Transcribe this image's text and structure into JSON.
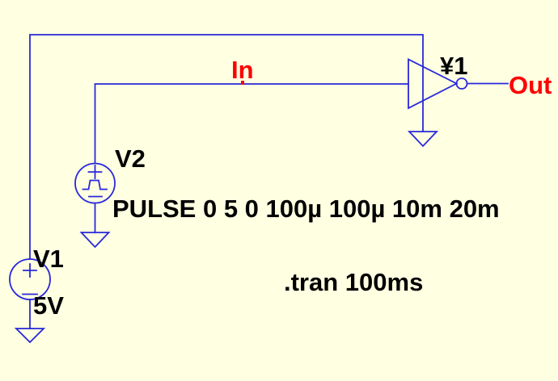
{
  "schematic": {
    "components": {
      "v1": {
        "type": "voltage-source",
        "name": "V1",
        "value": "5V"
      },
      "v2": {
        "type": "voltage-source-pulse",
        "name": "V2",
        "value": "PULSE 0 5 0 100µ 100µ 10m 20m"
      },
      "u1": {
        "type": "inverter-gate",
        "name": "¥1"
      }
    },
    "net_labels": {
      "in": "In",
      "out": "Out"
    },
    "directives": {
      "tran": ".tran 100ms"
    },
    "colors": {
      "background": "#FFFFE2",
      "wire": "#2828DC",
      "net_label": "#FF0000",
      "text": "#000000"
    }
  }
}
